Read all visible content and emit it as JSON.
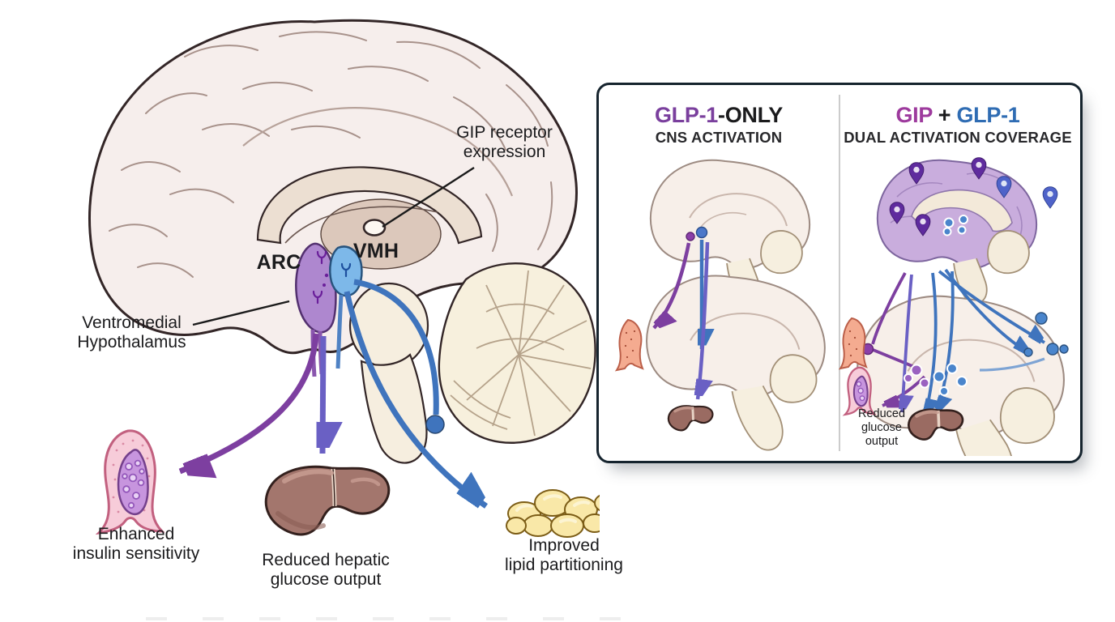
{
  "main_figure": {
    "annotations": {
      "gip_receptor": "GIP receptor\nexpression",
      "arc": "ARC",
      "vmh": "VMH",
      "ventromedial": "Ventromedial\nHypothalamus"
    },
    "outcomes": [
      {
        "label": "Enhanced\ninsulin sensitivity",
        "icon": "muscle-icon"
      },
      {
        "label": "Reduced hepatic\nglucose output",
        "icon": "liver-icon"
      },
      {
        "label": "Improved\nlipid partitioning",
        "icon": "adipose-icon"
      }
    ]
  },
  "inset_panel": {
    "left_column": {
      "title_accent": "GLP-1",
      "title_rest": "-ONLY",
      "subtitle": "CNS ACTIVATION"
    },
    "right_column": {
      "title_gip": "GIP",
      "title_plus": " + ",
      "title_glp1": "GLP-1",
      "subtitle": "DUAL ACTIVATION COVERAGE",
      "note": "Reduced\nglucose\noutput"
    }
  },
  "icons": {
    "muscle": "muscle-icon",
    "liver": "liver-icon",
    "adipose": "adipose-icon",
    "pin": "location-pin-icon",
    "receptor": "receptor-icon"
  },
  "colors": {
    "gip_purple": "#7d3fa0",
    "glp1_blue": "#3f74bd",
    "dual_indigo": "#6a60c4",
    "arc_region": "#ae87cf",
    "vmh_region": "#7db8e9",
    "panel_border": "#16242e",
    "inset_brain_purple": "#c9addd",
    "liver": "#a3766d",
    "muscle_pink": "#f7ccd9",
    "adipose_yellow": "#f9e8a8"
  }
}
